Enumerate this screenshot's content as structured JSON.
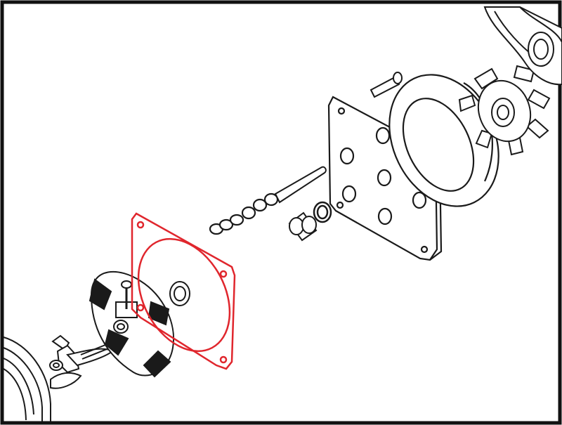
{
  "diagram": {
    "kind": "exploded-assembly",
    "highlighted_part": "gasket",
    "colors": {
      "background": "#ffffff",
      "line": "#1a1a1a",
      "highlight": "#e0262d",
      "frame": "#111111"
    },
    "parts": [
      "pump-body",
      "impeller",
      "wear-plate-ring",
      "pin",
      "mounting-plate",
      "bushing",
      "o-ring",
      "shaft",
      "washers",
      "gasket",
      "seal",
      "cam-plate",
      "bracket",
      "wing-nut",
      "motor-housing"
    ]
  }
}
